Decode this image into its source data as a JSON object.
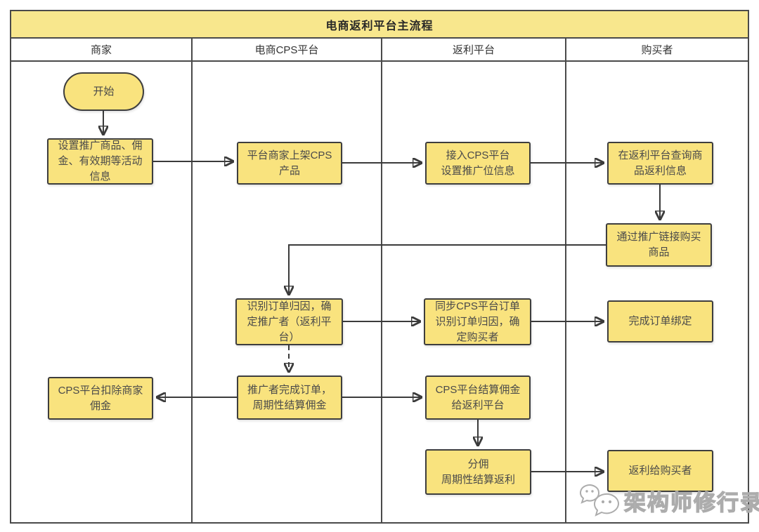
{
  "title": "电商返利平台主流程",
  "lanes": [
    {
      "label": "商家"
    },
    {
      "label": "电商CPS平台"
    },
    {
      "label": "返利平台"
    },
    {
      "label": "购买者"
    }
  ],
  "nodes": {
    "start": {
      "label": "开始",
      "shape": "terminator",
      "lane": "商家"
    },
    "set_promo": {
      "label": "设置推广商品、佣\n金、有效期等活动\n信息",
      "lane": "商家"
    },
    "deduct": {
      "label": "CPS平台扣除商家\n佣金",
      "lane": "商家"
    },
    "list_cps": {
      "label": "平台商家上架CPS\n产品",
      "lane": "电商CPS平台"
    },
    "identify": {
      "label": "识别订单归因，确\n定推广者（返利平\n台）",
      "lane": "电商CPS平台"
    },
    "settle_comm": {
      "label": "推广者完成订单，\n周期性结算佣金",
      "lane": "电商CPS平台"
    },
    "access_cps": {
      "label": "接入CPS平台\n设置推广位信息",
      "lane": "返利平台"
    },
    "sync_order": {
      "label": "同步CPS平台订单\n识别订单归因，确\n定购买者",
      "lane": "返利平台"
    },
    "cps_settle": {
      "label": "CPS平台结算佣金\n给返利平台",
      "lane": "返利平台"
    },
    "share_comm": {
      "label": "分佣\n周期性结算返利",
      "lane": "返利平台"
    },
    "query_rebate": {
      "label": "在返利平台查询商\n品返利信息",
      "lane": "购买者"
    },
    "buy_link": {
      "label": "通过推广链接购买\n商品",
      "lane": "购买者"
    },
    "complete_bind": {
      "label": "完成订单绑定",
      "lane": "购买者"
    },
    "rebate_buyer": {
      "label": "返利给购买者",
      "lane": "购买者"
    }
  },
  "watermark": {
    "label": "架构师修行录",
    "icon": "wechat-logo"
  },
  "colors": {
    "node_fill": "#F9E37E",
    "node_border": "#3E3E3E",
    "grid_line": "#4A4A4A",
    "title_fill": "#F8E78D",
    "arrow": "#3B3B3B",
    "node_text": "#4A4A4A",
    "watermark_gray": "#ACACAC"
  }
}
